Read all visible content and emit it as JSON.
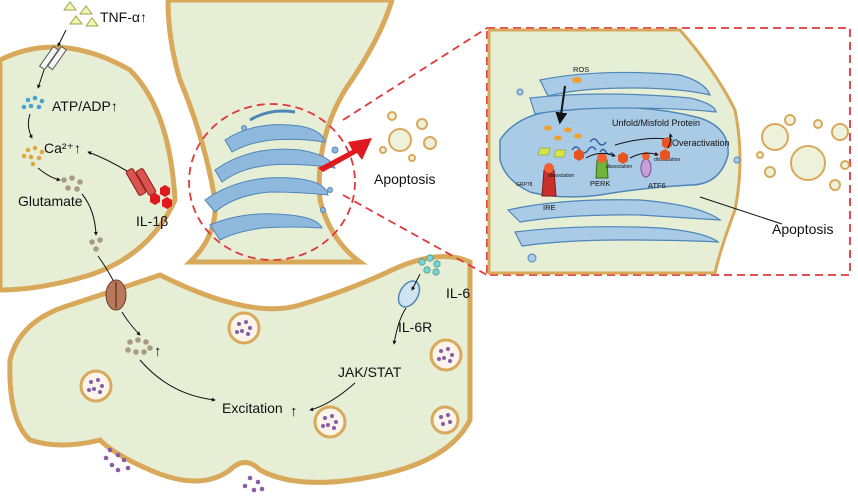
{
  "labels": {
    "tnf": "TNF-α↑",
    "atp": "ATP/ADP↑",
    "ca": "Ca²⁺↑",
    "glutamate": "Glutamate",
    "il1b": "IL-1β",
    "il6": "IL-6",
    "il6r": "IL-6R",
    "jakstat": "JAK/STAT",
    "excitation": "Excitation",
    "apoptosis_center": "Apoptosis",
    "apoptosis_right": "Apoptosis",
    "up_arrow": "↑"
  },
  "inset": {
    "ros": "ROS",
    "unfold": "Unfold/Misfold Protein",
    "overactivation": "Overactivation",
    "ire": "IRE",
    "perk": "PERK",
    "atf6": "ATF6",
    "grp78": "GRP78",
    "dissociation_1": "dissociation",
    "dissociation_2": "dissociation",
    "dissociation_3": "dissociation"
  },
  "colors": {
    "cell_fill": "#e6efd6",
    "membrane": "#d9a95b",
    "er_blue": "#8fb9dc",
    "er_blue_dark": "#4f86b8",
    "dashed_red": "#e0393a",
    "arrow_red": "#e0191f",
    "vesicle_purple": "#8a5ca8",
    "glutamate_gray": "#a89a86"
  }
}
